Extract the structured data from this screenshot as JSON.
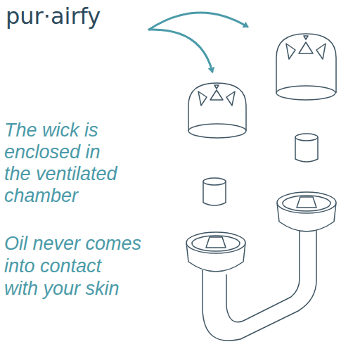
{
  "diagram": {
    "labels": [
      "pur·airfy",
      "The wick is enclosed in the ventilated chamber",
      "Oil never comes into contact with your skin"
    ]
  }
}
